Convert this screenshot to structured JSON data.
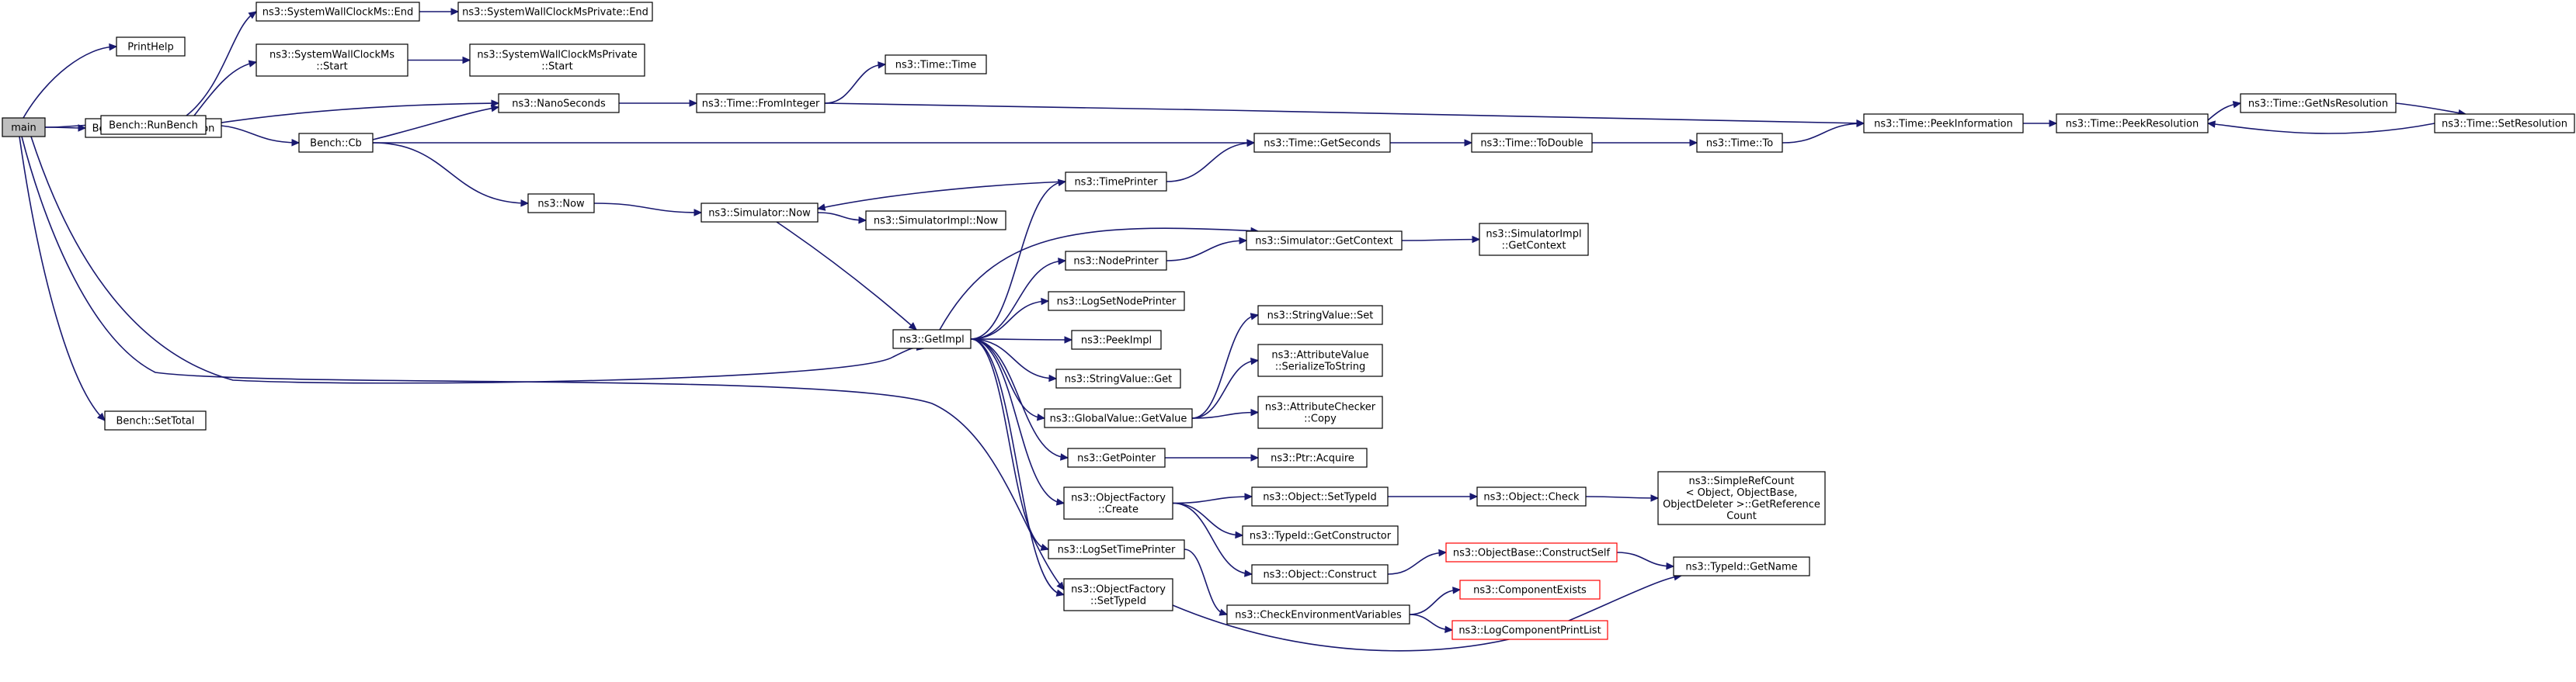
{
  "diagram": {
    "title": "",
    "colors": {
      "edge": "#191970",
      "node_border": "#000000",
      "root_fill": "#bfbfbf",
      "external_border": "#ff0000"
    },
    "nodes": [
      {
        "id": "main",
        "lines": [
          "main"
        ],
        "style": "root"
      },
      {
        "id": "printhelp",
        "lines": [
          "PrintHelp"
        ]
      },
      {
        "id": "readdist",
        "lines": [
          "Bench::ReadDistribution"
        ]
      },
      {
        "id": "runbench",
        "lines": [
          "Bench::RunBench"
        ]
      },
      {
        "id": "settotal",
        "lines": [
          "Bench::SetTotal"
        ]
      },
      {
        "id": "wallend",
        "lines": [
          "ns3::SystemWallClockMs::End"
        ]
      },
      {
        "id": "wallstart",
        "lines": [
          "ns3::SystemWallClockMs",
          "::Start"
        ]
      },
      {
        "id": "benchcb",
        "lines": [
          "Bench::Cb"
        ]
      },
      {
        "id": "wallprivend",
        "lines": [
          "ns3::SystemWallClockMsPrivate::End"
        ]
      },
      {
        "id": "wallprivstart",
        "lines": [
          "ns3::SystemWallClockMsPrivate",
          "::Start"
        ]
      },
      {
        "id": "nanoseconds",
        "lines": [
          "ns3::NanoSeconds"
        ]
      },
      {
        "id": "now",
        "lines": [
          "ns3::Now"
        ]
      },
      {
        "id": "fromint",
        "lines": [
          "ns3::Time::FromInteger"
        ]
      },
      {
        "id": "timetime",
        "lines": [
          "ns3::Time::Time"
        ]
      },
      {
        "id": "simnow",
        "lines": [
          "ns3::Simulator::Now"
        ]
      },
      {
        "id": "implnow",
        "lines": [
          "ns3::SimulatorImpl::Now"
        ]
      },
      {
        "id": "getimpl",
        "lines": [
          "ns3::GetImpl"
        ]
      },
      {
        "id": "timeprinter",
        "lines": [
          "ns3::TimePrinter"
        ]
      },
      {
        "id": "nodeprinter",
        "lines": [
          "ns3::NodePrinter"
        ]
      },
      {
        "id": "logsetnode",
        "lines": [
          "ns3::LogSetNodePrinter"
        ]
      },
      {
        "id": "peekimpl",
        "lines": [
          "ns3::PeekImpl"
        ]
      },
      {
        "id": "stringget",
        "lines": [
          "ns3::StringValue::Get"
        ]
      },
      {
        "id": "globalget",
        "lines": [
          "ns3::GlobalValue::GetValue"
        ]
      },
      {
        "id": "getpointer",
        "lines": [
          "ns3::GetPointer"
        ]
      },
      {
        "id": "ofcreate",
        "lines": [
          "ns3::ObjectFactory",
          "::Create"
        ]
      },
      {
        "id": "logsettime",
        "lines": [
          "ns3::LogSetTimePrinter"
        ]
      },
      {
        "id": "ofsettypeid",
        "lines": [
          "ns3::ObjectFactory",
          "::SetTypeId"
        ]
      },
      {
        "id": "getseconds",
        "lines": [
          "ns3::Time::GetSeconds"
        ]
      },
      {
        "id": "simgetctx",
        "lines": [
          "ns3::Simulator::GetContext"
        ]
      },
      {
        "id": "stringset",
        "lines": [
          "ns3::StringValue::Set"
        ]
      },
      {
        "id": "attrser",
        "lines": [
          "ns3::AttributeValue",
          "::SerializeToString"
        ]
      },
      {
        "id": "attrcopy",
        "lines": [
          "ns3::AttributeChecker",
          "::Copy"
        ]
      },
      {
        "id": "ptracquire",
        "lines": [
          "ns3::Ptr::Acquire"
        ]
      },
      {
        "id": "objsettypeid",
        "lines": [
          "ns3::Object::SetTypeId"
        ]
      },
      {
        "id": "typeidctor",
        "lines": [
          "ns3::TypeId::GetConstructor"
        ]
      },
      {
        "id": "objconstruct",
        "lines": [
          "ns3::Object::Construct"
        ]
      },
      {
        "id": "checkenv",
        "lines": [
          "ns3::CheckEnvironmentVariables"
        ]
      },
      {
        "id": "todouble",
        "lines": [
          "ns3::Time::ToDouble"
        ]
      },
      {
        "id": "implgetctx",
        "lines": [
          "ns3::SimulatorImpl",
          "::GetContext"
        ]
      },
      {
        "id": "objcheck",
        "lines": [
          "ns3::Object::Check"
        ]
      },
      {
        "id": "constructself",
        "lines": [
          "ns3::ObjectBase::ConstructSelf"
        ],
        "style": "red"
      },
      {
        "id": "compexists",
        "lines": [
          "ns3::ComponentExists"
        ],
        "style": "red"
      },
      {
        "id": "logcompprint",
        "lines": [
          "ns3::LogComponentPrintList"
        ],
        "style": "red"
      },
      {
        "id": "timeto",
        "lines": [
          "ns3::Time::To"
        ]
      },
      {
        "id": "simplerefcount",
        "lines": [
          "ns3::SimpleRefCount",
          "< Object, ObjectBase,",
          " ObjectDeleter >::GetReference",
          "Count"
        ]
      },
      {
        "id": "typeidgetname",
        "lines": [
          "ns3::TypeId::GetName"
        ]
      },
      {
        "id": "peekinfo",
        "lines": [
          "ns3::Time::PeekInformation"
        ]
      },
      {
        "id": "peekres",
        "lines": [
          "ns3::Time::PeekResolution"
        ]
      },
      {
        "id": "getnsres",
        "lines": [
          "ns3::Time::GetNsResolution"
        ]
      },
      {
        "id": "setres",
        "lines": [
          "ns3::Time::SetResolution"
        ]
      }
    ],
    "edges": [
      [
        "main",
        "printhelp"
      ],
      [
        "main",
        "readdist"
      ],
      [
        "main",
        "runbench"
      ],
      [
        "main",
        "settotal"
      ],
      [
        "main",
        "ofsettypeid"
      ],
      [
        "main",
        "getimpl"
      ],
      [
        "runbench",
        "wallend"
      ],
      [
        "runbench",
        "wallstart"
      ],
      [
        "runbench",
        "nanoseconds"
      ],
      [
        "runbench",
        "benchcb"
      ],
      [
        "wallend",
        "wallprivend"
      ],
      [
        "wallstart",
        "wallprivstart"
      ],
      [
        "benchcb",
        "nanoseconds"
      ],
      [
        "benchcb",
        "now"
      ],
      [
        "benchcb",
        "getseconds"
      ],
      [
        "nanoseconds",
        "fromint"
      ],
      [
        "fromint",
        "timetime"
      ],
      [
        "fromint",
        "peekinfo"
      ],
      [
        "now",
        "simnow"
      ],
      [
        "simnow",
        "implnow"
      ],
      [
        "simnow",
        "getimpl"
      ],
      [
        "getimpl",
        "timeprinter"
      ],
      [
        "getimpl",
        "simgetctx"
      ],
      [
        "getimpl",
        "nodeprinter"
      ],
      [
        "getimpl",
        "logsetnode"
      ],
      [
        "getimpl",
        "peekimpl"
      ],
      [
        "getimpl",
        "stringget"
      ],
      [
        "getimpl",
        "globalget"
      ],
      [
        "getimpl",
        "getpointer"
      ],
      [
        "getimpl",
        "ofcreate"
      ],
      [
        "getimpl",
        "logsettime"
      ],
      [
        "getimpl",
        "ofsettypeid"
      ],
      [
        "timeprinter",
        "getseconds"
      ],
      [
        "timeprinter",
        "simnow"
      ],
      [
        "nodeprinter",
        "simgetctx"
      ],
      [
        "simgetctx",
        "implgetctx"
      ],
      [
        "globalget",
        "stringset"
      ],
      [
        "globalget",
        "attrser"
      ],
      [
        "globalget",
        "attrcopy"
      ],
      [
        "getpointer",
        "ptracquire"
      ],
      [
        "ofcreate",
        "objsettypeid"
      ],
      [
        "ofcreate",
        "typeidctor"
      ],
      [
        "ofcreate",
        "objconstruct"
      ],
      [
        "objsettypeid",
        "objcheck"
      ],
      [
        "objcheck",
        "simplerefcount"
      ],
      [
        "objconstruct",
        "constructself"
      ],
      [
        "constructself",
        "typeidgetname"
      ],
      [
        "logsettime",
        "checkenv"
      ],
      [
        "checkenv",
        "compexists"
      ],
      [
        "checkenv",
        "logcompprint"
      ],
      [
        "ofsettypeid",
        "typeidgetname"
      ],
      [
        "getseconds",
        "todouble"
      ],
      [
        "todouble",
        "timeto"
      ],
      [
        "timeto",
        "peekinfo"
      ],
      [
        "peekinfo",
        "peekres"
      ],
      [
        "peekres",
        "getnsres"
      ],
      [
        "getnsres",
        "setres"
      ],
      [
        "setres",
        "peekres"
      ]
    ]
  }
}
